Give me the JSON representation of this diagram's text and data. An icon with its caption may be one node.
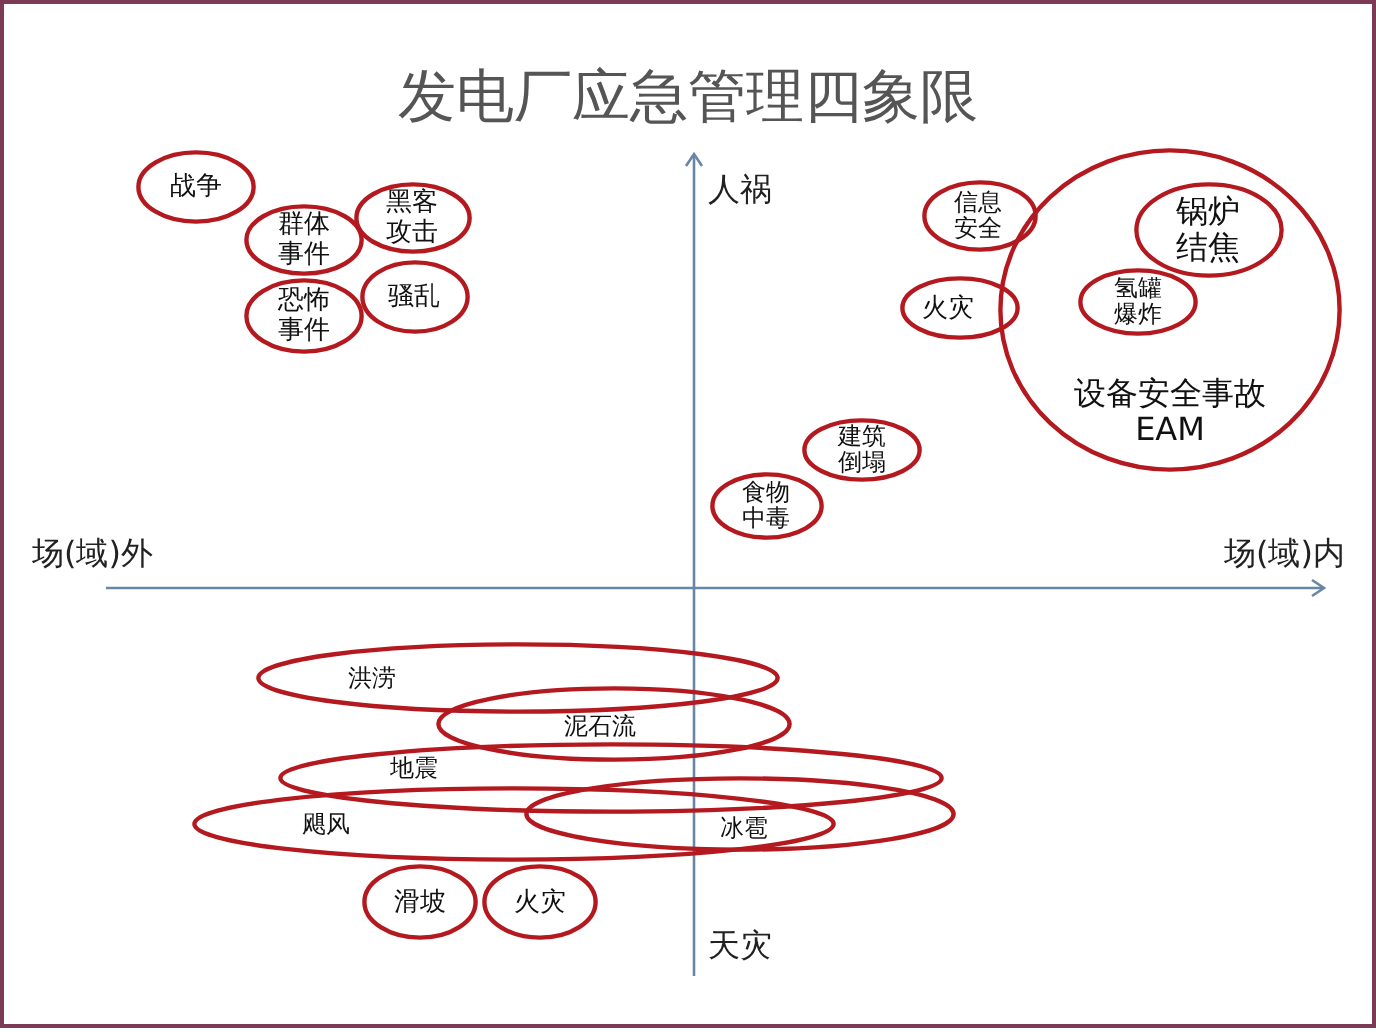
{
  "diagram": {
    "title": "发电厂应急管理四象限",
    "nodes": [
      {
        "text": [
          "战争"
        ]
      },
      {
        "text": [
          "黑客攻击"
        ]
      },
      {
        "text": [
          "群体事件"
        ]
      },
      {
        "text": [
          "骚乱"
        ]
      },
      {
        "text": [
          "恐怖事件"
        ]
      },
      {
        "text": [
          "信息安全"
        ]
      },
      {
        "text": [
          "设备安全事故 EAM"
        ]
      },
      {
        "text": [
          "锅炉结焦"
        ],
        "in": 6
      },
      {
        "text": [
          "氢罐爆炸"
        ],
        "in": 6
      },
      {
        "text": [
          "火灾"
        ]
      },
      {
        "text": [
          "建筑倒塌"
        ]
      },
      {
        "text": [
          "食物中毒"
        ]
      },
      {
        "text": [
          "洪涝"
        ]
      },
      {
        "text": [
          "泥石流"
        ]
      },
      {
        "text": [
          "地震"
        ]
      },
      {
        "text": [
          "飓风"
        ]
      },
      {
        "text": [
          "冰雹"
        ]
      },
      {
        "text": [
          "滑坡"
        ]
      },
      {
        "text": [
          "火灾"
        ]
      }
    ],
    "labels": [
      "人祸",
      "场(域)外",
      "场(域)内",
      "天灾"
    ]
  }
}
